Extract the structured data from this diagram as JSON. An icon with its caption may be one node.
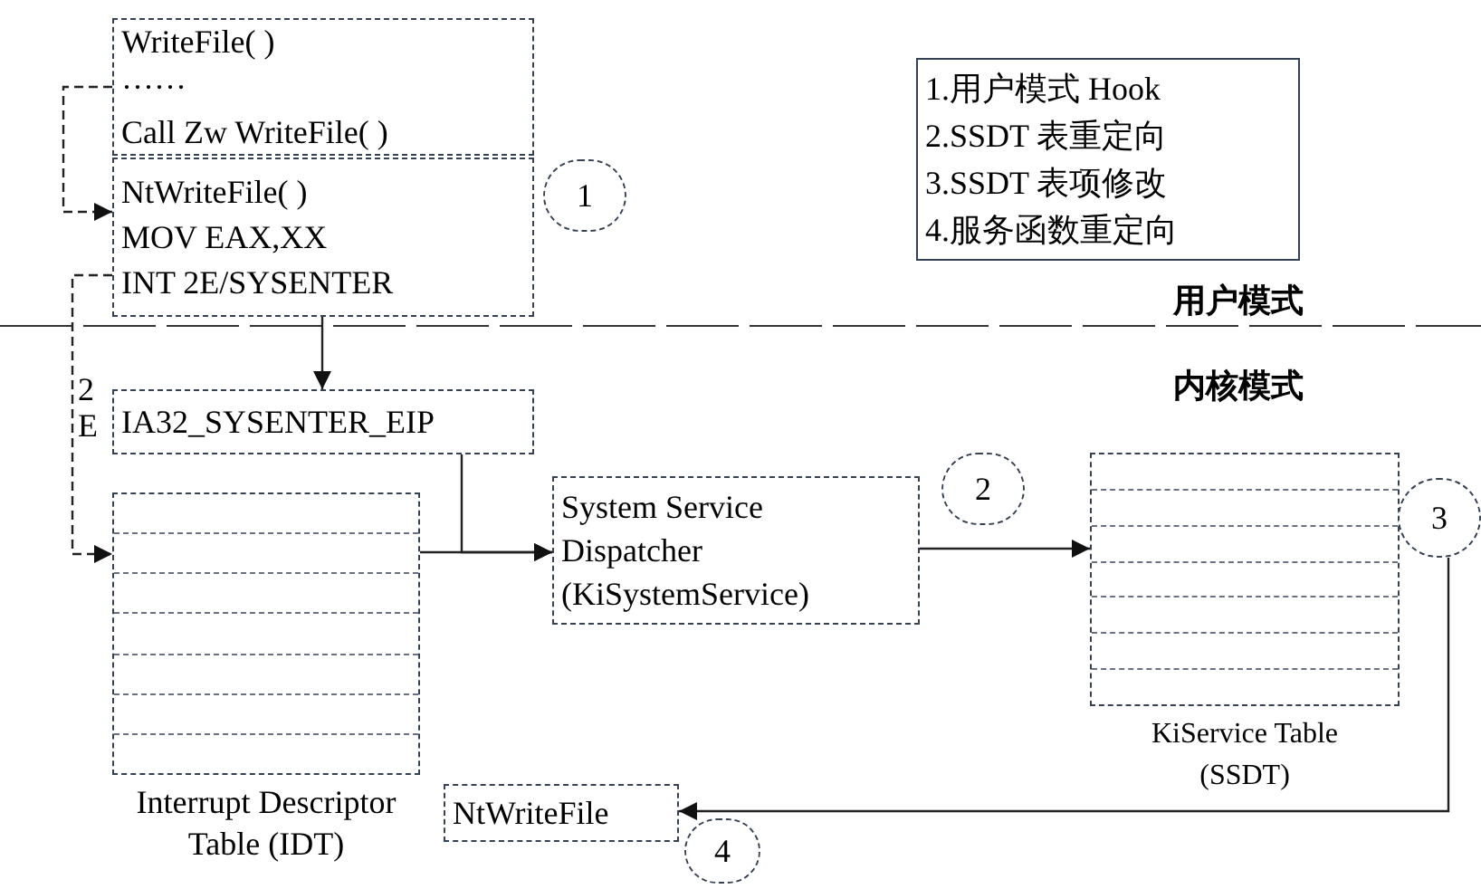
{
  "diagram": {
    "nodes": [
      {
        "text": [
          "WriteFile( )",
          "······",
          "Call Zw WriteFile( )"
        ]
      },
      {
        "text": [
          "NtWriteFile( )",
          "MOV EAX,XX",
          "INT 2E/SYSENTER"
        ]
      },
      {
        "text": [
          "1"
        ]
      },
      {
        "text": [
          "1.用户模式 Hook",
          "2.SSDT 表重定向",
          "3.SSDT 表项修改",
          "4.服务函数重定向"
        ]
      },
      {
        "text": [
          "IA32_SYSENTER_EIP"
        ]
      },
      {
        "text": [],
        "shape": "box",
        "beside": [
          "Interrupt Descriptor Table (IDT)"
        ]
      },
      {
        "text": [
          "System Service Dispatcher (KiSystemService)"
        ]
      },
      {
        "text": [
          "2"
        ]
      },
      {
        "text": [],
        "shape": "box",
        "beside": [
          "KiService Table (SSDT)"
        ]
      },
      {
        "text": [
          "3"
        ]
      },
      {
        "text": [
          "NtWriteFile"
        ]
      },
      {
        "text": [
          "4"
        ]
      }
    ],
    "edges": [
      {
        "from": 0,
        "to": 1,
        "arrow": "to",
        "style": "dashed"
      },
      {
        "from": 1,
        "to": 4,
        "arrow": "to"
      },
      {
        "from": 1,
        "to": 5,
        "arrow": "to",
        "style": "dashed",
        "label": "2E"
      },
      {
        "from": 4,
        "to": 6,
        "arrow": "to"
      },
      {
        "from": 5,
        "to": 6,
        "arrow": "to"
      },
      {
        "from": 6,
        "to": 8,
        "arrow": "to"
      },
      {
        "from": 9,
        "to": 10,
        "arrow": "to"
      }
    ],
    "labels": [
      "用户模式",
      "内核模式"
    ]
  }
}
